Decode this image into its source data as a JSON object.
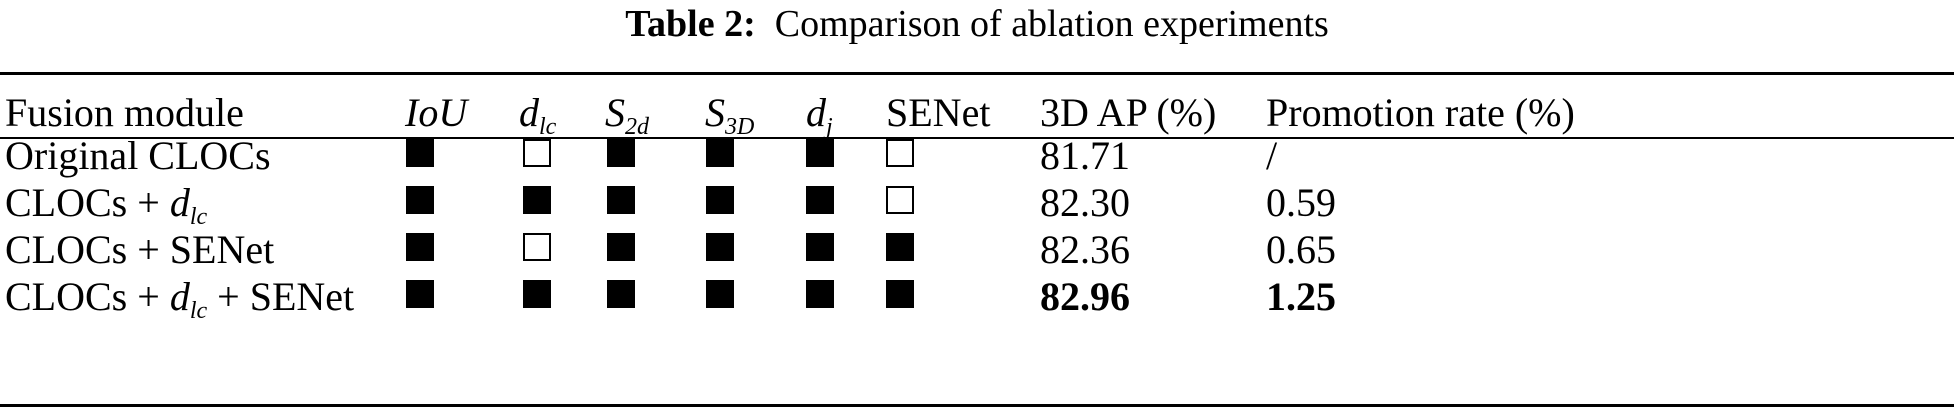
{
  "caption": {
    "label": "Table 2:",
    "text": "Comparison of ablation experiments"
  },
  "table": {
    "headers": {
      "fusion_module": "Fusion module",
      "iou": "IoU",
      "dlc_base": "d",
      "dlc_sub": "lc",
      "s2d_base": "S",
      "s2d_sub": "2d",
      "s3d_base": "S",
      "s3d_sub": "3D",
      "dj_base": "d",
      "dj_sub": "j",
      "senet": "SENet",
      "ap3d": "3D AP (%)",
      "promotion": "Promotion rate (%)"
    },
    "rows": [
      {
        "name_parts": [
          "Original CLOCs"
        ],
        "checks": [
          true,
          false,
          true,
          true,
          true,
          false
        ],
        "ap": "81.71",
        "promotion": "/",
        "bold": false
      },
      {
        "name_parts": [
          "CLOCs + ",
          "d",
          "lc"
        ],
        "checks": [
          true,
          true,
          true,
          true,
          true,
          false
        ],
        "ap": "82.30",
        "promotion": "0.59",
        "bold": false
      },
      {
        "name_parts": [
          "CLOCs + SENet"
        ],
        "checks": [
          true,
          false,
          true,
          true,
          true,
          true
        ],
        "ap": "82.36",
        "promotion": "0.65",
        "bold": false
      },
      {
        "name_parts": [
          "CLOCs + ",
          "d",
          "lc",
          " + SENet"
        ],
        "checks": [
          true,
          true,
          true,
          true,
          true,
          true
        ],
        "ap": "82.96",
        "promotion": "1.25",
        "bold": true
      }
    ]
  }
}
